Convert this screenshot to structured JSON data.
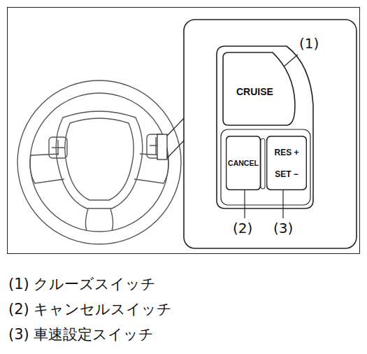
{
  "diagram": {
    "nodes": [
      {
        "text": [
          "CRUISE"
        ]
      },
      {
        "text": [
          "CANCEL"
        ]
      },
      {
        "text": [
          "RES +",
          "SET −"
        ]
      }
    ],
    "labels": [
      "(1)",
      "(2)",
      "(3)",
      "(1) クルーズスイッチ",
      "(2) キャンセルスイッチ",
      "(3) 車速設定スイッチ"
    ]
  }
}
